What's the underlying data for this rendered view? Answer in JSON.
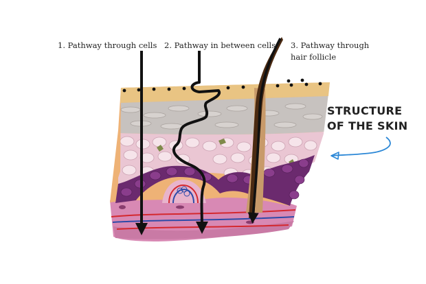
{
  "labels": {
    "pathway_cells": "1. Pathway through cells",
    "pathway_between": "2. Pathway in between cells",
    "pathway_follicle_line1": "3. Pathway through",
    "pathway_follicle_line2": "hair follicle"
  },
  "title": {
    "line1": "STRUCTURE",
    "line2": "OF THE SKIN"
  },
  "colors": {
    "stratum_corneum": "#e9c483",
    "granular_layer": "#c7c2bf",
    "spinous_layer": "#f2dfe6",
    "basal_layer": "#6b2a6e",
    "dermis": "#d889b4",
    "arrow": "#111111",
    "pointer_arrow": "#2b87d6",
    "hair": "#4a2a12"
  },
  "icons": [
    "pathway-arrow-icon",
    "curved-pointer-arrow-icon",
    "hair-shaft-icon"
  ]
}
